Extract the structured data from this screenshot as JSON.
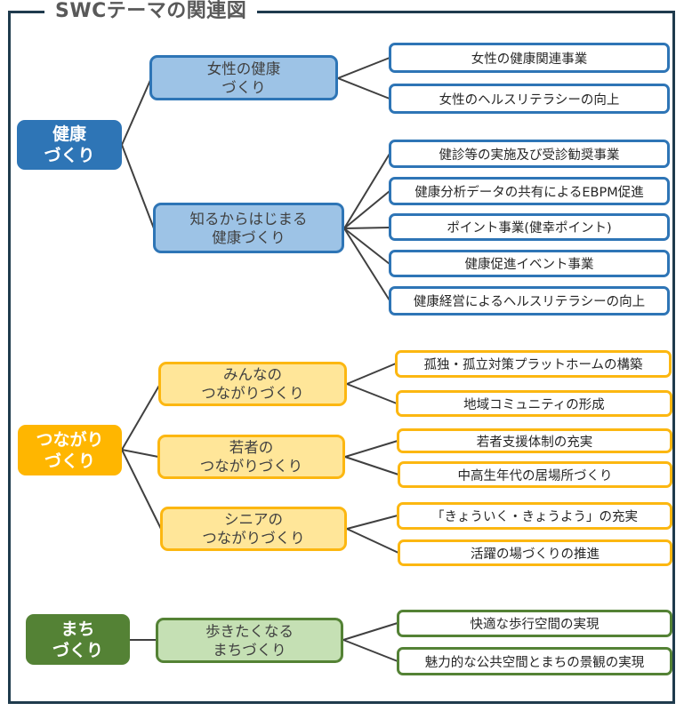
{
  "title": "SWCテーマの関連図",
  "colors": {
    "frame": "#1f3b4d",
    "health": "#2e75b6",
    "health_light": "#9dc3e6",
    "connection": "#ffb600",
    "connection_light": "#ffe699",
    "town": "#548235",
    "town_light": "#c5e0b4",
    "connector": "#404040"
  },
  "themes": [
    {
      "id": "health",
      "label": "健康\nづくり",
      "subthemes": [
        {
          "label": "女性の健康\nづくり",
          "items": [
            "女性の健康関連事業",
            "女性のヘルスリテラシーの向上"
          ]
        },
        {
          "label": "知るからはじまる\n健康づくり",
          "items": [
            "健診等の実施及び受診勧奨事業",
            "健康分析データの共有によるEBPM促進",
            "ポイント事業(健幸ポイント)",
            "健康促進イベント事業",
            "健康経営によるヘルスリテラシーの向上"
          ]
        }
      ]
    },
    {
      "id": "connection",
      "label": "つながり\nづくり",
      "subthemes": [
        {
          "label": "みんなの\nつながりづくり",
          "items": [
            "孤独・孤立対策プラットホームの構築",
            "地域コミュニティの形成"
          ]
        },
        {
          "label": "若者の\nつながりづくり",
          "items": [
            "若者支援体制の充実",
            "中高生年代の居場所づくり"
          ]
        },
        {
          "label": "シニアの\nつながりづくり",
          "items": [
            "「きょういく・きょうよう」の充実",
            "活躍の場づくりの推進"
          ]
        }
      ]
    },
    {
      "id": "town",
      "label": "まち\nづくり",
      "subthemes": [
        {
          "label": "歩きたくなる\nまちづくり",
          "items": [
            "快適な歩行空間の実現",
            "魅力的な公共空間とまちの景観の実現"
          ]
        }
      ]
    }
  ]
}
